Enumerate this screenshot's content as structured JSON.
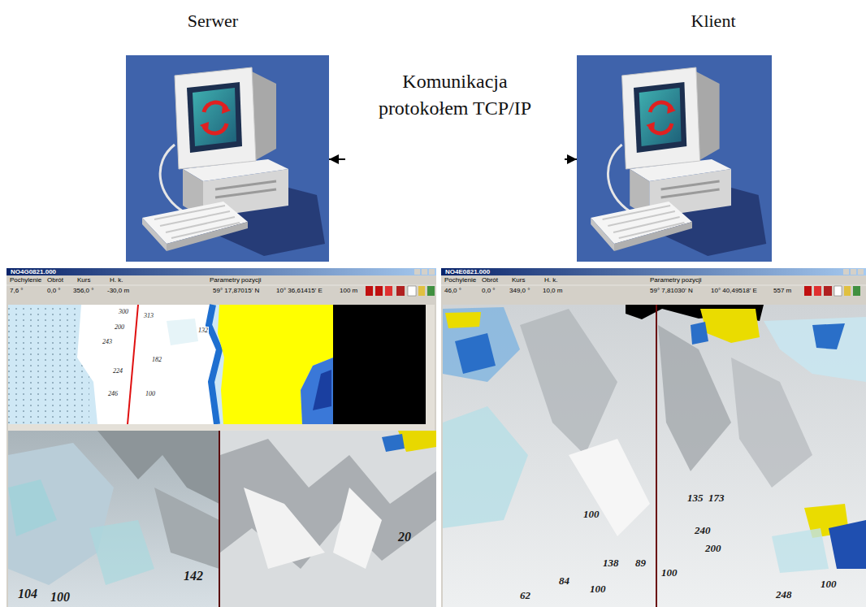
{
  "diagram": {
    "nodes": [
      {
        "text": [
          "Serwer"
        ]
      },
      {
        "text": [
          "Komunikacja protokołem TCP/IP"
        ]
      },
      {
        "text": [
          "Klient"
        ]
      }
    ],
    "edges": [
      {
        "from": 1,
        "to": 0,
        "arrow": "to"
      },
      {
        "from": 1,
        "to": 2,
        "arrow": "to"
      }
    ],
    "labels": [
      "NO4G0821.000",
      "Pochylenie",
      "Obrót",
      "Kurs",
      "H. k.",
      "Parametry pozycji",
      "7,6 °",
      "0,0 °",
      "356,0 °",
      "-30,0 m",
      "59° 17,87015' N",
      "10° 36,61415' E",
      "100 m",
      "300",
      "313",
      "200",
      "132",
      "243",
      "182",
      "224",
      "246",
      "100",
      "104",
      "100",
      "142",
      "20",
      "NO4E0821.000",
      "Pochylenie",
      "Obrót",
      "Kurs",
      "H. k.",
      "Parametry pozycji",
      "46,0 °",
      "0,0 °",
      "349,0 °",
      "10,0 m",
      "59° 7,81030' N",
      "10° 40,49518' E",
      "557 m",
      "135",
      "173",
      "240",
      "200",
      "100",
      "138",
      "89",
      "100",
      "84",
      "100",
      "62",
      "248",
      "100"
    ]
  }
}
